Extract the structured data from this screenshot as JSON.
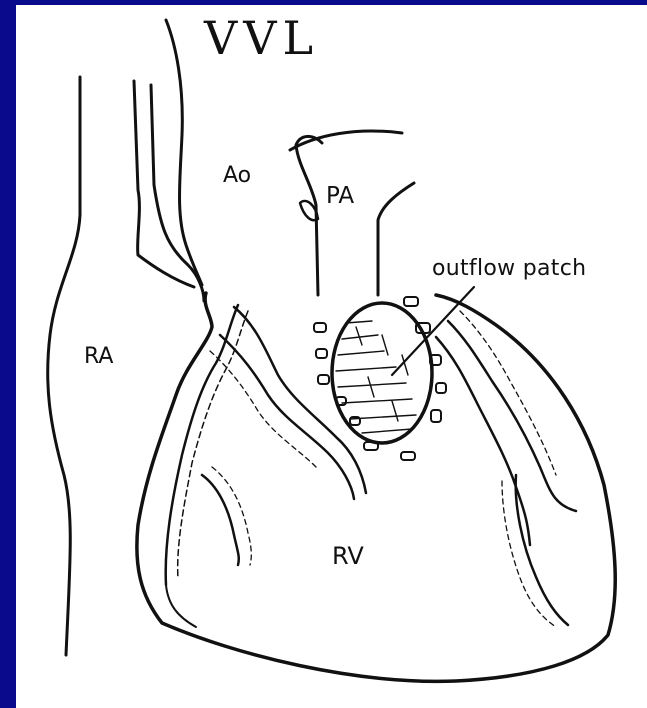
{
  "diagram": {
    "handwriting": "VVL",
    "labels": {
      "ao": "Ao",
      "pa": "PA",
      "ra": "RA",
      "rv": "RV",
      "patch": "outflow patch"
    },
    "colors": {
      "frame": "#0a0a8c",
      "paper": "#ffffff",
      "ink": "#111111"
    }
  }
}
